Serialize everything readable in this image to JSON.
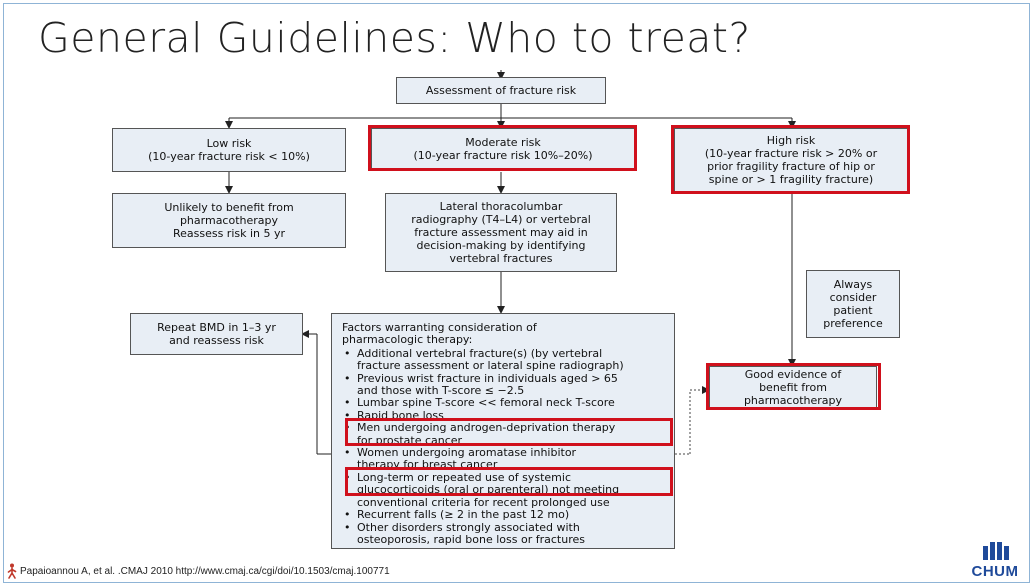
{
  "slide": {
    "title": "General Guidelines: Who to treat?",
    "citation": "Papaioannou A, et al. .CMAJ 2010 http://www.cmaj.ca/cgi/doi/10.1503/cmaj.100771",
    "logo_text": "CHUM"
  },
  "flowchart": {
    "assessment": "Assessment of fracture risk",
    "low_risk": {
      "line1": "Low risk",
      "line2": "(10-year fracture risk < 10%)"
    },
    "moderate_risk": {
      "line1": "Moderate risk",
      "line2": "(10-year fracture risk 10%–20%)"
    },
    "high_risk": {
      "line1": "High risk",
      "line2": "(10-year fracture risk > 20% or",
      "line3": "prior fragility fracture of hip or",
      "line4": "spine or > 1 fragility fracture)"
    },
    "unlikely": {
      "line1": "Unlikely to benefit from",
      "line2": "pharmacotherapy",
      "line3": "Reassess risk in 5 yr"
    },
    "lateral": {
      "line1": "Lateral thoracolumbar",
      "line2": "radiography (T4–L4) or vertebral",
      "line3": "fracture assessment may aid in",
      "line4": "decision-making by identifying",
      "line5": "vertebral fractures"
    },
    "repeat_bmd": {
      "line1": "Repeat BMD in 1–3 yr",
      "line2": "and reassess risk"
    },
    "always": {
      "line1": "Always",
      "line2": "consider",
      "line3": "patient",
      "line4": "preference"
    },
    "good_evidence": {
      "line1": "Good evidence of",
      "line2": "benefit from",
      "line3": "pharmacotherapy"
    },
    "factors": {
      "intro1": "Factors warranting consideration of",
      "intro2": "pharmacologic therapy:",
      "items": [
        {
          "l1": "Additional vertebral fracture(s) (by vertebral",
          "l2": "fracture assessment or lateral spine radiograph)"
        },
        {
          "l1": "Previous wrist fracture in individuals aged > 65",
          "l2": "and those with T-score ≤ −2.5"
        },
        {
          "l1": "Lumbar spine T-score << femoral neck T-score"
        },
        {
          "l1": "Rapid bone loss"
        },
        {
          "l1": "Men undergoing androgen-deprivation therapy",
          "l2": "for prostate cancer"
        },
        {
          "l1": "Women undergoing aromatase inhibitor",
          "l2": "therapy for breast cancer"
        },
        {
          "l1": "Long-term or repeated use of systemic",
          "l2": "glucocorticoids (oral or parenteral) not meeting",
          "l3": "conventional criteria for recent prolonged use"
        },
        {
          "l1": "Recurrent falls (≥ 2 in the past 12 mo)"
        },
        {
          "l1": "Other disorders strongly associated with",
          "l2": "osteoporosis, rapid bone loss or fractures"
        }
      ]
    }
  },
  "colors": {
    "box_fill": "#e8eef5",
    "highlight": "#d0101c",
    "logo": "#1f4a9a"
  }
}
